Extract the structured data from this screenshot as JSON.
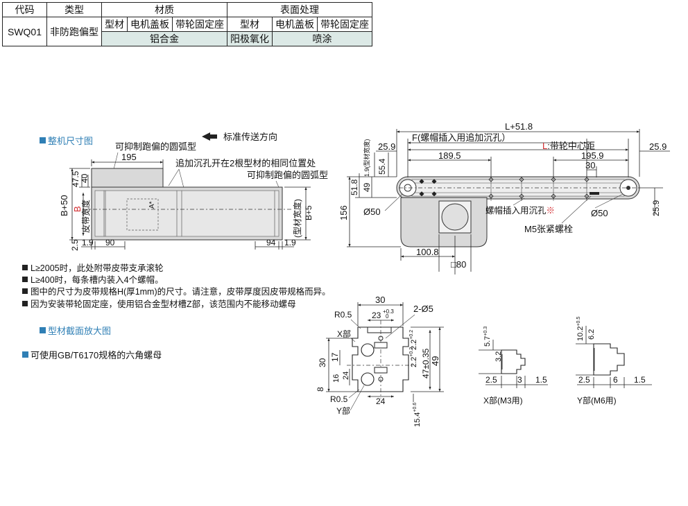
{
  "table": {
    "h_code": "代码",
    "h_type": "类型",
    "h_material": "材质",
    "h_surface": "表面处理",
    "sub_profile": "型材",
    "sub_motor_cover": "电机盖板",
    "sub_pulley_seat": "带轮固定座",
    "code": "SWQ01",
    "type": "非防跑偏型",
    "material_value": "铝合金",
    "surface_profile": "阳极氧化",
    "surface_other": "喷涂"
  },
  "sections": {
    "overall": "整机尺寸图",
    "profile": "型材截面放大图",
    "nut_note": "可使用GB/T6170规格的六角螺母"
  },
  "notes": [
    "L≥2005时，此处附带皮带支承滚轮",
    "L≥400时，每条槽内装入4个螺帽。",
    "图中的尺寸为皮带规格H(厚1mm)的尺寸。请注意，皮带厚度因皮带规格而异。",
    "因为安装带轮固定座，使用铝合金型材槽Z部，该范围内不能移动螺母"
  ],
  "top_view": {
    "direction": "标准传送方向",
    "callout_left": "可抑制跑偏的圆弧型",
    "callout_mid": "追加沉孔开在2根型材的相同位置处",
    "callout_right": "可抑制跑偏的圆弧型",
    "dim_195": "195",
    "dim_47_5": "47.5",
    "dim_40": "40",
    "dim_Bp50": "B+50",
    "label_B": "B",
    "belt_width": "皮带宽度",
    "dim_2_5": "2.5",
    "dim_1_9a": "1.9",
    "dim_90": "90",
    "dim_94": "94",
    "dim_1_9b": "1.9",
    "profile_width": "(型材宽度)",
    "dim_Bp5": "B+5",
    "mark_A": "A*"
  },
  "side_view": {
    "dim_Lp51_8": "L+51.8",
    "dim_F": "F(螺帽插入用追加沉孔）",
    "dim_L_prefix": "L",
    "dim_L_text": ":带轮中心距",
    "dim_25_9a": "25.9",
    "dim_25_9b": "25.9",
    "dim_25_9c": "25.9",
    "dim_189_5": "189.5",
    "dim_195_9": "195.9",
    "dim_30": "30",
    "profile_width_small": "1.9(型材宽度)",
    "dim_55_4": "55.4",
    "dim_51_8": "51.8",
    "dim_49": "49",
    "dim_156": "156",
    "dim_d50a": "Ø50",
    "dim_d50b": "Ø50",
    "callout_hole": "螺帽插入用沉孔",
    "hole_mark": "※",
    "callout_screw": "M5张紧螺栓",
    "dim_100_8": "100.8",
    "dim_sq80": "□80"
  },
  "section_view": {
    "dim_30": "30",
    "dim_23": "23",
    "tol_23": "+0.3",
    "tol_23b": "0",
    "dim_2d5": "2-Ø5",
    "dim_R05a": "R0.5",
    "dim_R05b": "R0.5",
    "label_X": "X部",
    "label_Y": "Y部",
    "dim_30v": "30",
    "dim_17": "17",
    "dim_24v": "24",
    "dim_16": "16",
    "dim_8": "8",
    "dim_2_2a": "2.2",
    "tol_2_2a": "+0.2",
    "dim_2_2b": "2.2",
    "tol_2_2b": "+0.2",
    "dim_47": "47±0.35",
    "dim_49": "49",
    "dim_24h": "24",
    "dim_15_4": "15.4",
    "tol_15_4": "+0.6"
  },
  "detail_x": {
    "dim_5_7": "5.7",
    "tol_5_7": "+0.3",
    "dim_3_2": "3.2",
    "dim_2_5": "2.5",
    "dim_3": "3",
    "dim_1_5": "1.5",
    "caption": "X部(M3用)"
  },
  "detail_y": {
    "dim_10_2": "10.2",
    "tol_10_2": "+0.5",
    "dim_6_2": "6.2",
    "dim_2_5": "2.5",
    "dim_6": "6",
    "dim_1_5": "1.5",
    "caption": "Y部(M6用)"
  },
  "colors": {
    "accent_blue": "#2f7fb5",
    "accent_red": "#d2282c",
    "table_shade": "#dce9e6",
    "part_fill": "#d9d9d9"
  }
}
